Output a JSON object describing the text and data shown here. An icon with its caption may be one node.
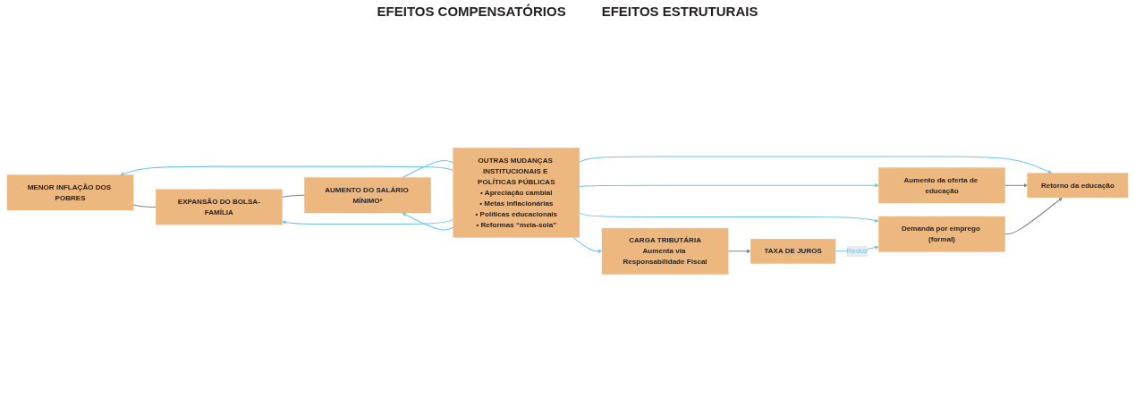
{
  "diagram": {
    "nodes": [
      {
        "text": [
          "MENOR INFLAÇÃO DOS POBRES"
        ]
      },
      {
        "text": [
          "EXPANSÃO DO BOLSA-FAMÍLIA"
        ]
      },
      {
        "text": [
          "AUMENTO DO SALÁRIO MÍNIMO*"
        ]
      },
      {
        "text": [
          "OUTRAS MUDANÇAS INSTITUCIONAIS E POLÍTICAS PÚBLICAS",
          "• Apreciação cambial",
          "• Metas inflacionárias",
          "• Políticas educacionais",
          "• Reformas “meia-sola”"
        ]
      },
      {
        "text": [
          "CARGA TRIBUTÁRIA",
          "Aumenta via Responsabilidade Fiscal"
        ]
      },
      {
        "text": [
          "Aumento da oferta de educação"
        ]
      },
      {
        "text": [
          "Retorno da educação"
        ]
      },
      {
        "text": [
          "Demanda por emprego (formal)"
        ]
      },
      {
        "text": [
          "TAXA DE JUROS"
        ]
      }
    ],
    "edges": [
      {
        "from": 0,
        "to": 1,
        "arrow": "none",
        "color": "#808080"
      },
      {
        "from": 1,
        "to": 2,
        "arrow": "none",
        "color": "#808080"
      },
      {
        "from": 2,
        "to": 3,
        "arrow": "none"
      },
      {
        "from": 3,
        "to": 4,
        "arrow": "to"
      },
      {
        "from": 3,
        "to": 0,
        "arrow": "to"
      },
      {
        "from": 3,
        "to": 1,
        "arrow": "to"
      },
      {
        "from": 3,
        "to": 2,
        "arrow": "to"
      },
      {
        "from": 3,
        "to": 5,
        "arrow": "to"
      },
      {
        "from": 3,
        "to": 6,
        "arrow": "to"
      },
      {
        "from": 3,
        "to": 7,
        "arrow": "to"
      },
      {
        "from": 4,
        "to": 8,
        "arrow": "to",
        "color": "#808080"
      },
      {
        "from": 8,
        "to": 7,
        "arrow": "to",
        "label": "Reduz"
      },
      {
        "from": 5,
        "to": 6,
        "arrow": "to",
        "color": "#808080"
      },
      {
        "from": 7,
        "to": 6,
        "arrow": "to",
        "color": "#808080"
      }
    ],
    "labels": [
      "EFEITOS COMPENSATÓRIOS",
      "EFEITOS ESTRUTURAIS"
    ]
  }
}
